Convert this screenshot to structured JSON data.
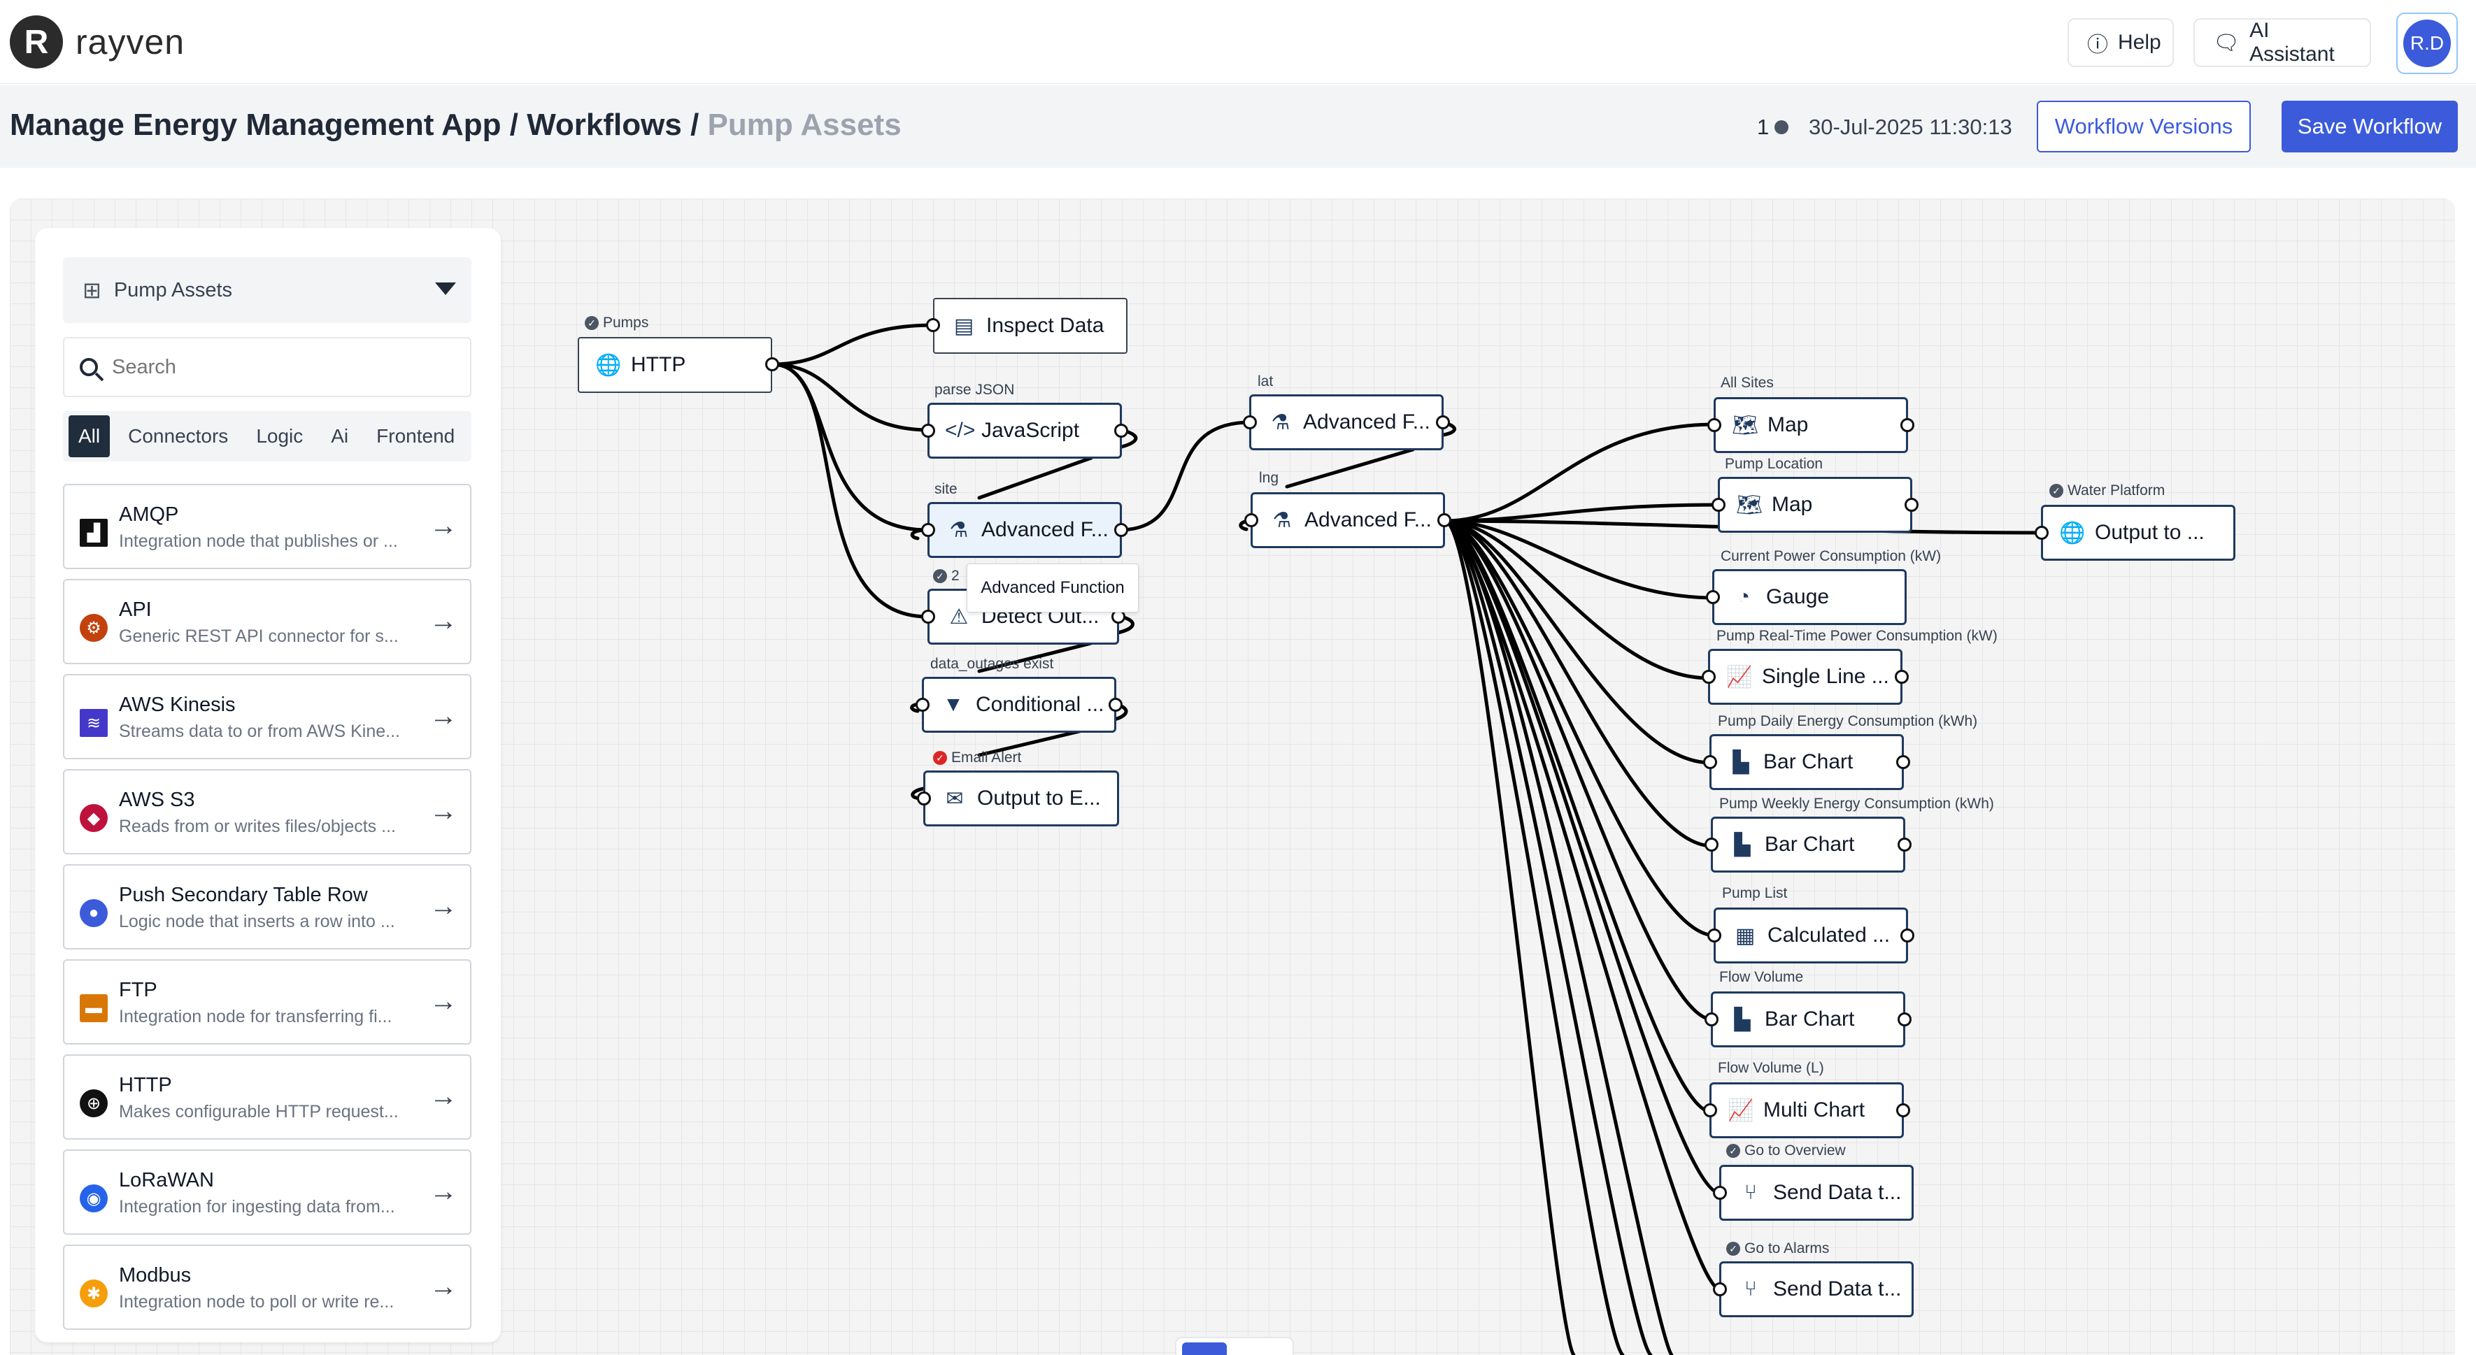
{
  "app": {
    "logo_text": "rayven",
    "help_label": "Help",
    "ai_label": "AI Assistant",
    "avatar_initials": "R.D"
  },
  "header": {
    "crumb_app": "Manage Energy Management App",
    "crumb_sep1": " / ",
    "crumb_workflows": "Workflows",
    "crumb_sep2": " / ",
    "crumb_current": "Pump Assets",
    "count": "1",
    "timestamp": "30-Jul-2025 11:30:13",
    "versions_label": "Workflow Versions",
    "save_label": "Save Workflow"
  },
  "sidebar": {
    "workflow_select": "Pump Assets",
    "search_placeholder": "Search",
    "filters": [
      "All",
      "Connectors",
      "Logic",
      "Ai",
      "Frontend"
    ],
    "items": [
      {
        "name": "AMQP",
        "desc": "Integration node that publishes or ...",
        "color": "#111111"
      },
      {
        "name": "API",
        "desc": "Generic REST API connector for s...",
        "color": "#c2410c"
      },
      {
        "name": "AWS Kinesis",
        "desc": "Streams data to or from AWS Kine...",
        "color": "#4338ca"
      },
      {
        "name": "AWS S3",
        "desc": "Reads from or writes files/objects ...",
        "color": "#be123c"
      },
      {
        "name": "Push Secondary Table Row",
        "desc": "Logic node that inserts a row into ...",
        "color": "#3b5bdb"
      },
      {
        "name": "FTP",
        "desc": "Integration node for transferring fi...",
        "color": "#d97706"
      },
      {
        "name": "HTTP",
        "desc": "Makes configurable HTTP request...",
        "color": "#111111"
      },
      {
        "name": "LoRaWAN",
        "desc": "Integration for ingesting data from...",
        "color": "#2563eb"
      },
      {
        "name": "Modbus",
        "desc": "Integration node to poll or write re...",
        "color": "#f59e0b"
      }
    ]
  },
  "canvas": {
    "nodes": {
      "http": "HTTP",
      "inspect": "Inspect Data",
      "js": "JavaScript",
      "adv1": "Advanced F...",
      "detect": "Detect Out...",
      "cond": "Conditional ...",
      "email": "Output to E...",
      "adv_lat": "Advanced F...",
      "adv_lng": "Advanced F...",
      "map1": "Map",
      "map2": "Map",
      "output_wp": "Output to ...",
      "gauge": "Gauge",
      "single": "Single Line ...",
      "bar1": "Bar Chart",
      "bar2": "Bar Chart",
      "calc": "Calculated ...",
      "bar3": "Bar Chart",
      "multi": "Multi Chart",
      "send1": "Send Data t...",
      "send2": "Send Data t..."
    },
    "labels": {
      "pumps": "Pumps",
      "parse_json": "parse JSON",
      "site": "site",
      "detect_count": "2",
      "data_outages": "data_outages exist",
      "email_alert": "Email Alert",
      "lat": "lat",
      "lng": "lng",
      "all_sites": "All Sites",
      "pump_location": "Pump Location",
      "water_platform": "Water Platform",
      "current_power": "Current Power Consumption (kW)",
      "pump_realtime": "Pump Real-Time Power Consumption (kW)",
      "pump_daily": "Pump Daily Energy Consumption (kWh)",
      "pump_weekly": "Pump Weekly Energy Consumption (kWh)",
      "pump_list": "Pump List",
      "flow_volume": "Flow Volume",
      "flow_volume_l": "Flow Volume (L)",
      "go_overview": "Go to Overview",
      "go_alarms": "Go to Alarms"
    },
    "tooltip": "Advanced Function"
  },
  "colors": {
    "accent": "#3b5bdb",
    "node_border": "#1e3a5f"
  }
}
